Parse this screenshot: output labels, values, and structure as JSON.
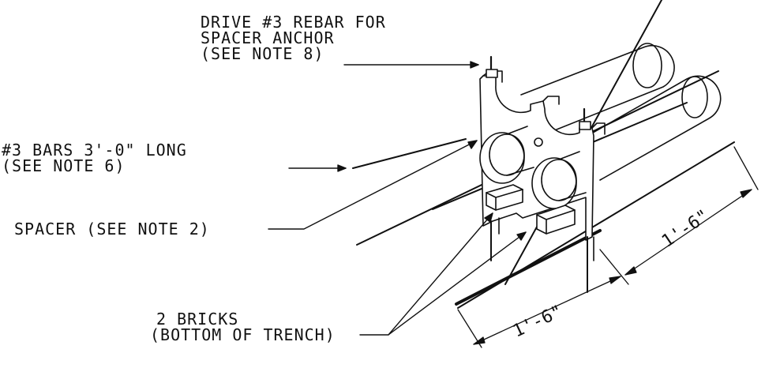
{
  "labels": {
    "rebar_anchor": [
      "DRIVE #3 REBAR FOR",
      "SPACER ANCHOR",
      "(SEE NOTE 8)"
    ],
    "bars": [
      "#3 BARS 3'-0\" LONG",
      "(SEE NOTE 6)"
    ],
    "spacer": [
      "SPACER (SEE NOTE 2)"
    ],
    "bricks": [
      "2 BRICKS",
      "(BOTTOM OF TRENCH)"
    ]
  },
  "dimensions": {
    "right": "1'-6\"",
    "bottom": "1'-6\""
  },
  "colors": {
    "ink": "#111111",
    "paper": "#ffffff"
  }
}
